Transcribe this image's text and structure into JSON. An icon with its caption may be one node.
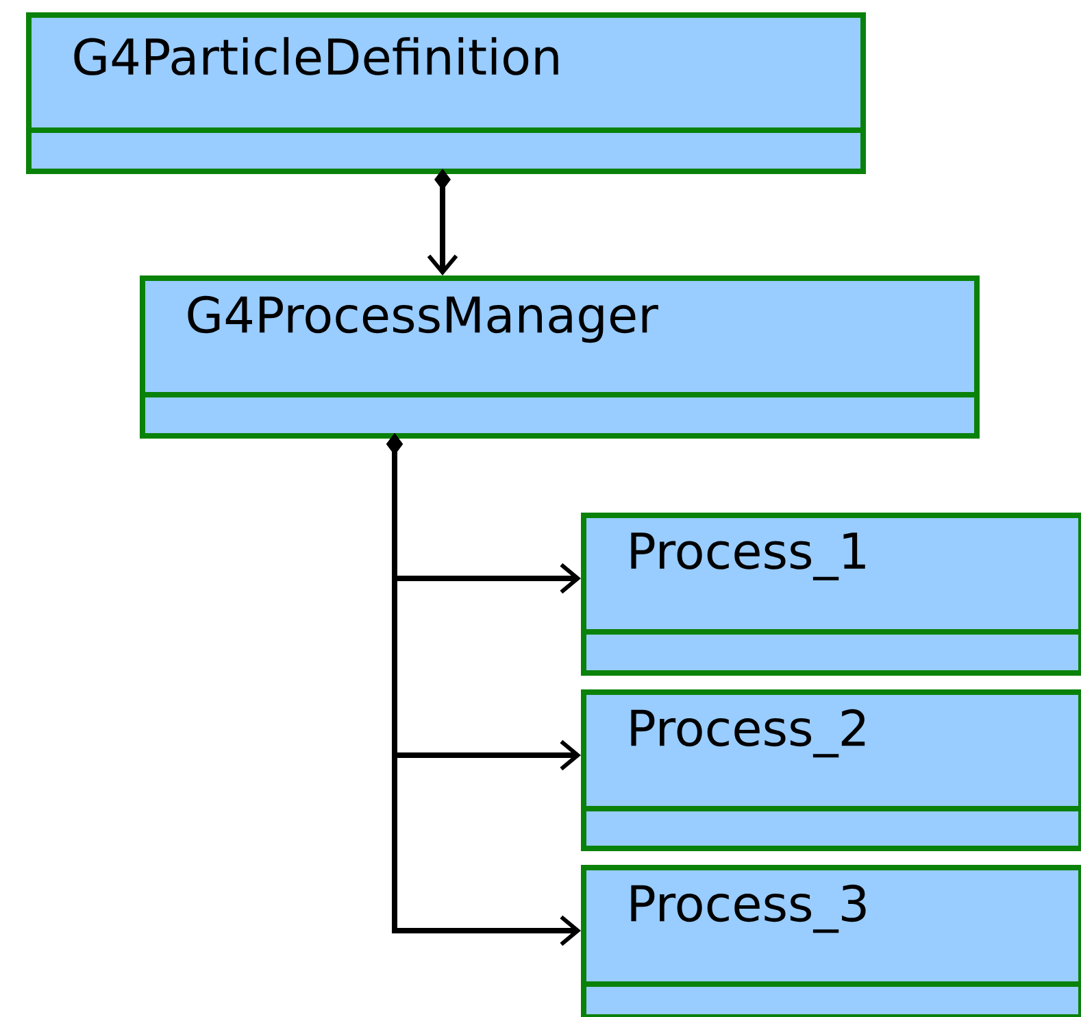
{
  "diagram": {
    "nodes": [
      {
        "text": [
          "G4ParticleDefinition"
        ]
      },
      {
        "text": [
          "G4ProcessManager"
        ]
      },
      {
        "text": [
          "Process_1"
        ]
      },
      {
        "text": [
          "Process_2"
        ]
      },
      {
        "text": [
          "Process_3"
        ]
      }
    ],
    "edges": [
      {
        "from": 0,
        "to": 1,
        "arrow": "to"
      },
      {
        "from": 1,
        "to": 2,
        "arrow": "to"
      },
      {
        "from": 1,
        "to": 3,
        "arrow": "to"
      },
      {
        "from": 1,
        "to": 4,
        "arrow": "to"
      }
    ]
  }
}
